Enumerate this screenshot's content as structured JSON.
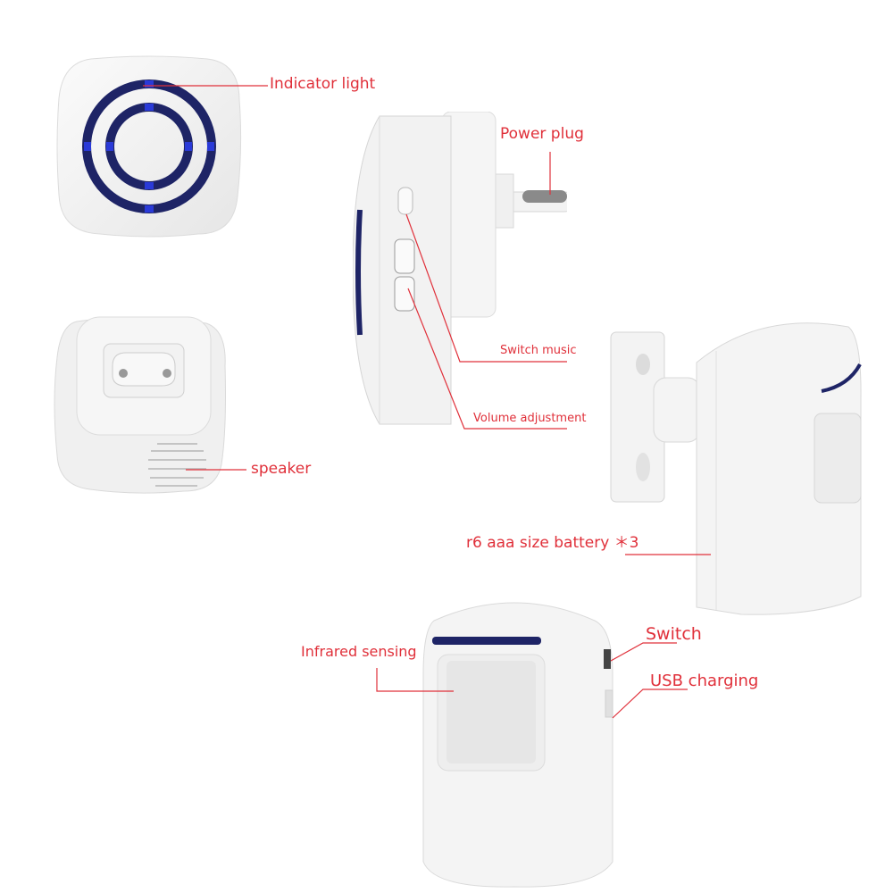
{
  "diagram": {
    "accent_color": "#e0303a",
    "device_color": "#f2f2f2",
    "led_color": "#1e2466",
    "labels": {
      "indicator_light": "Indicator light",
      "power_plug": "Power plug",
      "switch_music": "Switch music",
      "volume_adjustment": "Volume adjustment",
      "speaker": "speaker",
      "battery": "r6 aaa size battery ＊3",
      "infrared_sensing": "Infrared sensing",
      "switch": "Switch",
      "usb_charging": "USB charging"
    },
    "components": [
      {
        "id": "receiver-front",
        "name": "Receiver front view"
      },
      {
        "id": "receiver-side",
        "name": "Receiver side view"
      },
      {
        "id": "receiver-back",
        "name": "Receiver back view"
      },
      {
        "id": "sensor-side",
        "name": "Motion sensor with bracket"
      },
      {
        "id": "sensor-front",
        "name": "Motion sensor front view"
      }
    ]
  }
}
